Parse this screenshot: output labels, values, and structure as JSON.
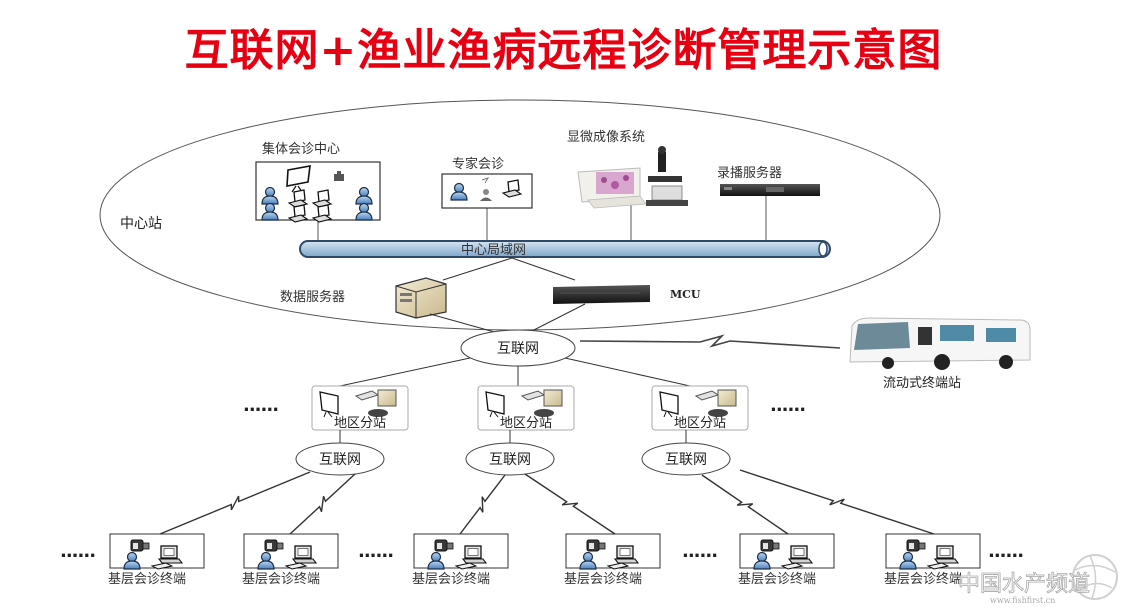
{
  "title": "互联网+渔业渔病远程诊断管理示意图",
  "colors": {
    "title": "#e60012",
    "bus_fill": "#a9c6df",
    "bus_stroke": "#2e4a66",
    "person": "#5b8fc9",
    "line": "#333333"
  },
  "center_station": {
    "label": "中心站",
    "lan_label": "中心局域网",
    "nodes": {
      "group_consult": "集体会诊中心",
      "expert_consult": "专家会诊",
      "microscope": "显微成像系统",
      "recording_server": "录播服务器",
      "data_server": "数据服务器",
      "mcu": "MCU"
    }
  },
  "internet_label": "互联网",
  "mobile_station": "流动式终端站",
  "ellipsis": "......",
  "regional_stations": [
    {
      "label": "地区分站",
      "net": "互联网"
    },
    {
      "label": "地区分站",
      "net": "互联网"
    },
    {
      "label": "地区分站",
      "net": "互联网"
    }
  ],
  "terminals": [
    {
      "label": "基层会诊终端"
    },
    {
      "label": "基层会诊终端"
    },
    {
      "label": "基层会诊终端"
    },
    {
      "label": "基层会诊终端"
    },
    {
      "label": "基层会诊终端"
    },
    {
      "label": "基层会诊终端"
    }
  ],
  "watermark": {
    "text": "中国水产频道",
    "url": "www.fishfirst.cn"
  }
}
